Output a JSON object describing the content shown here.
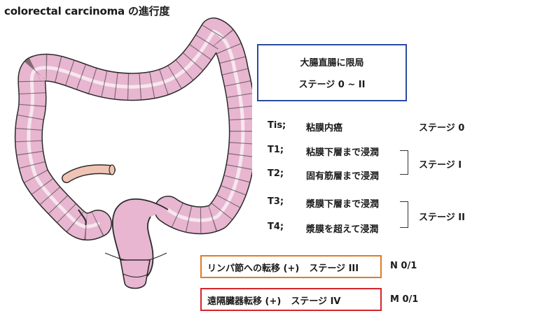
{
  "title": "colorectal carcinoma の進行度",
  "summary_box": {
    "line1": "大腸直腸に限局",
    "line2": "ステージ 0 ~ II"
  },
  "stages": [
    {
      "code": "Tis;",
      "desc": "粘膜内癌",
      "stage": "ステージ 0"
    },
    {
      "code": "T1;",
      "desc": "粘膜下層まで浸潤"
    },
    {
      "code": "T2;",
      "desc": "固有筋層まで浸潤"
    },
    {
      "code": "T3;",
      "desc": "漿膜下層まで浸潤"
    },
    {
      "code": "T4;",
      "desc": "漿膜を超えて浸潤"
    }
  ],
  "group_stage_1": "ステージ I",
  "group_stage_2": "ステージ II",
  "lymph_box": {
    "text": "リンパ節への転移 (+)",
    "stage": "ステージ III",
    "code": "N 0/1"
  },
  "distant_box": {
    "text": "遠隔臓器転移 (+)",
    "stage": "ステージ IV",
    "code": "M 0/1"
  },
  "colors": {
    "colon_fill": "#e8b6d0",
    "colon_stroke": "#2a2a2a",
    "blue": "#2b4a9c",
    "orange": "#e07b22",
    "red": "#d6242c"
  }
}
